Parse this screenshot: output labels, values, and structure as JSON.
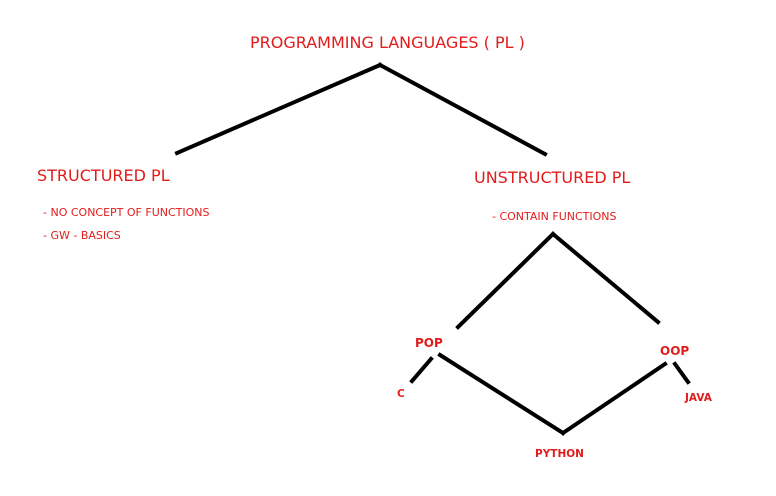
{
  "colors": {
    "text": "#e21b1b",
    "line": "#000000",
    "background": "#ffffff"
  },
  "root": {
    "label": "PROGRAMMING LANGUAGES ( PL )"
  },
  "structured": {
    "label": "STRUCTURED PL",
    "notes": [
      "- NO CONCEPT OF FUNCTIONS",
      "- GW - BASICS"
    ]
  },
  "unstructured": {
    "label": "UNSTRUCTURED PL",
    "notes": [
      "- CONTAIN FUNCTIONS"
    ]
  },
  "paradigms": {
    "pop": {
      "label": "POP"
    },
    "oop": {
      "label": "OOP"
    }
  },
  "languages": {
    "c": {
      "label": "C"
    },
    "java": {
      "label": "JAVA"
    },
    "python": {
      "label": "PYTHON"
    }
  }
}
